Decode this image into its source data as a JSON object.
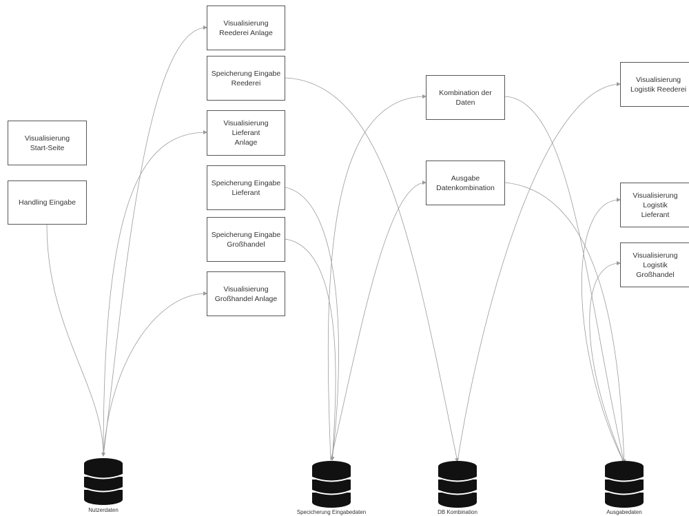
{
  "boxes": {
    "vis_start": "Visualisierung\nStart-Seite",
    "handling_eingabe": "Handling Eingabe",
    "vis_reederei_anlage": "Visualisierung\nReederei Anlage",
    "speicher_reederei": "Speicherung Eingabe\nReederei",
    "vis_lieferant_anlage": "Visualisierung Lieferant\nAnlage",
    "speicher_lieferant": "Speicherung Eingabe\nLieferant",
    "speicher_grosshandel": "Speicherung Eingabe\nGroßhandel",
    "vis_grosshandel_anlage": "Visualisierung\nGroßhandel Anlage",
    "kombination": "Kombination der Daten",
    "ausgabe_kombination": "Ausgabe\nDatenkombination",
    "vis_logistik_reederei": "Visualisierung\nLogistik Reederei",
    "vis_logistik_lieferant": "Visualisierung Logistik\nLieferant",
    "vis_logistik_grosshandel": "Visualisierung Logistik\nGroßhandel"
  },
  "databases": {
    "nutzerdaten": "Nutzerdaten",
    "eingabedaten": "Specicherung Eingabedaten",
    "db_kombination": "DB Kombination",
    "ausgabedaten": "Ausgabedaten"
  },
  "colors": {
    "line": "#9a9a9a",
    "box_border": "#555555",
    "db_fill": "#111111"
  }
}
